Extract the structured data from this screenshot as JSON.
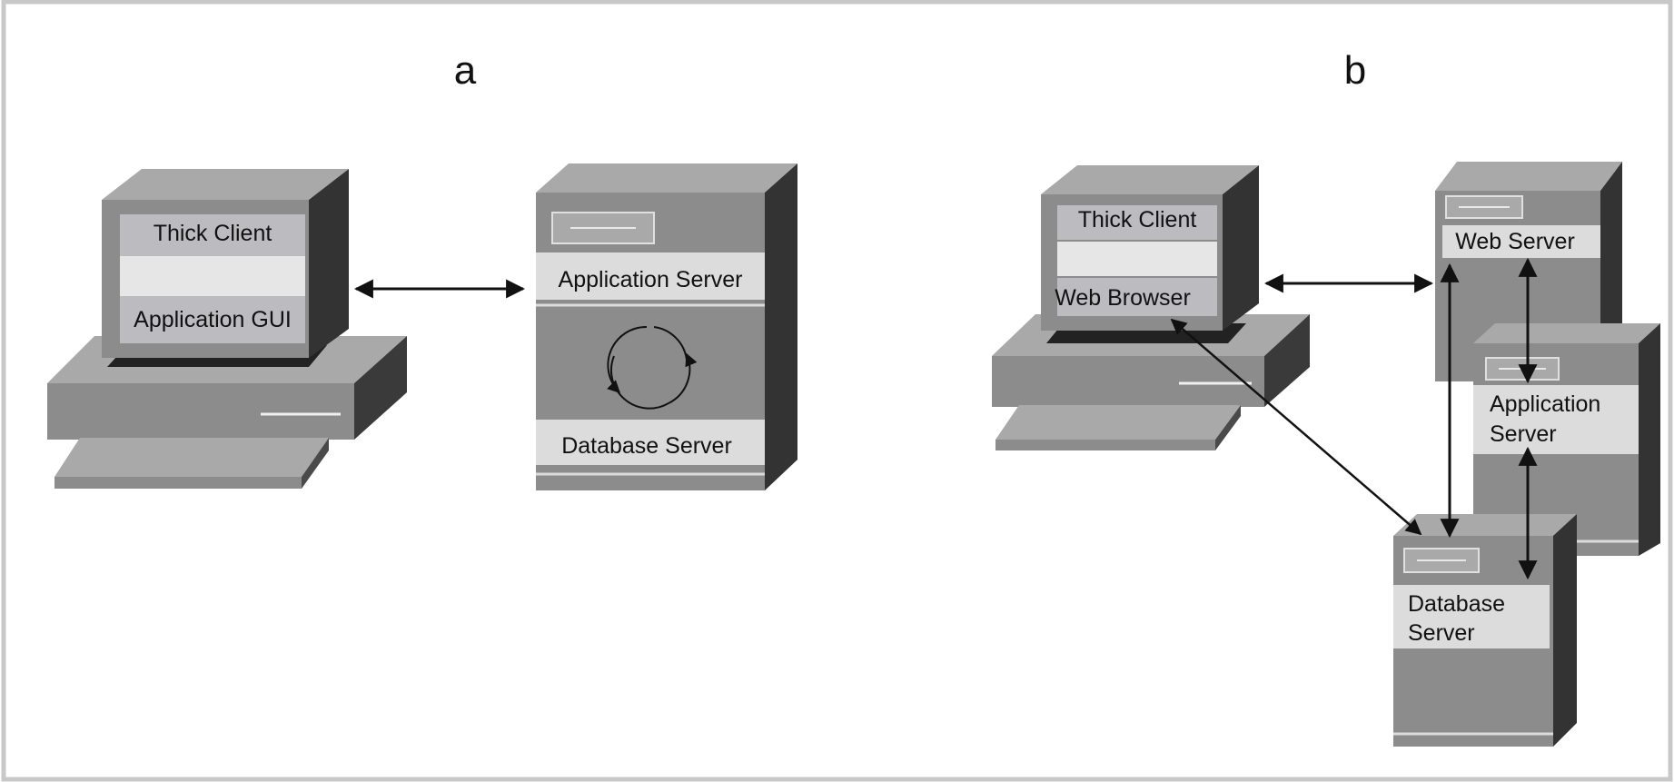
{
  "panels": {
    "a": {
      "title": "a",
      "client_top_label": "Thick Client",
      "client_bottom_label": "Application GUI",
      "server_top_label": "Application Server",
      "server_bottom_label": "Database Server"
    },
    "b": {
      "title": "b",
      "client_top_label": "Thick Client",
      "client_bottom_label": "Web Browser",
      "web_server_label": "Web Server",
      "app_server_label_line1": "Application",
      "app_server_label_line2": "Server",
      "db_server_label_line1": "Database",
      "db_server_label_line2": "Server"
    }
  },
  "colors": {
    "body_grey": "#8c8c8c",
    "top_grey": "#a9a9a9",
    "dark_side": "#333333",
    "label_bg": "#dcdcdc",
    "label_bg_light": "#e8e8e8",
    "screen_grey": "#bcbcc0",
    "arrow": "#111111"
  }
}
